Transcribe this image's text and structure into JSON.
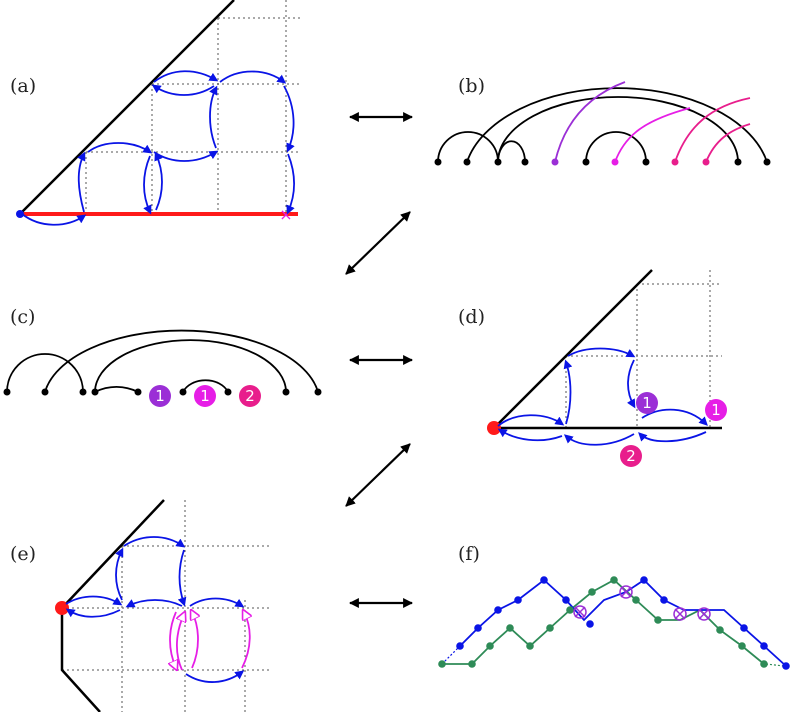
{
  "panels": {
    "a": {
      "label": "(a)"
    },
    "b": {
      "label": "(b)"
    },
    "c": {
      "label": "(c)"
    },
    "d": {
      "label": "(d)"
    },
    "e": {
      "label": "(e)"
    },
    "f": {
      "label": "(f)"
    }
  },
  "markers": {
    "one": "1",
    "two": "2"
  },
  "colors": {
    "black": "#000000",
    "blue": "#0a14e6",
    "red": "#ff1a1a",
    "magenta": "#e61ee6",
    "purple": "#9b2fd6",
    "pink": "#e81e8c",
    "green": "#2e8b57",
    "grid": "#555555"
  }
}
